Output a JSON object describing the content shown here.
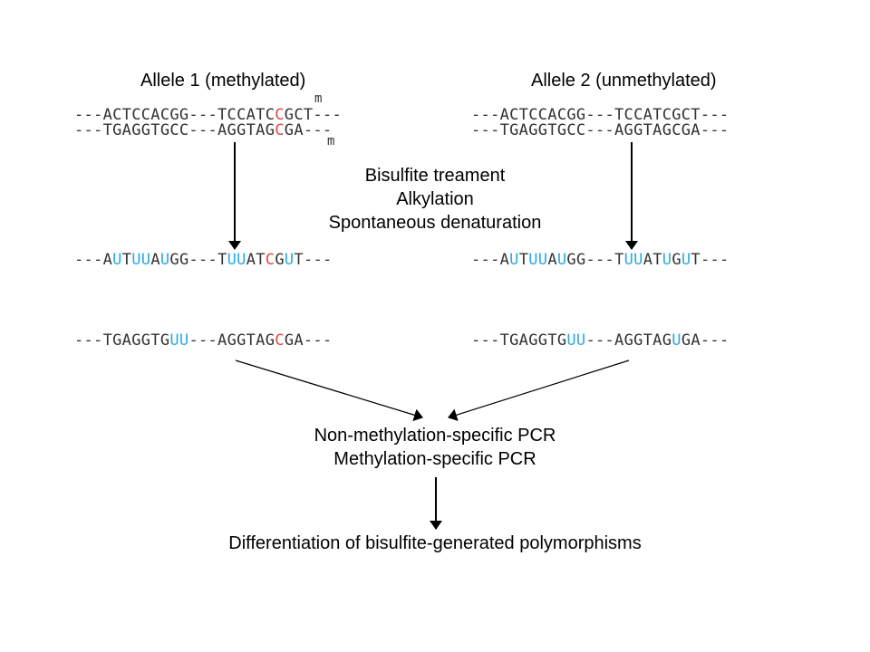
{
  "colors": {
    "uracil": "#29aae1",
    "methyl_c": "#e0474c",
    "text": "#333333"
  },
  "allele1": {
    "title": "Allele 1 (methylated)",
    "methyl_mark": "m",
    "top": [
      [
        "---ACTCCACGG---TCCATC",
        "t"
      ],
      [
        "C",
        "m"
      ],
      [
        "GCT---",
        "t"
      ]
    ],
    "bottom": [
      [
        "---TGAGGTGCC---AGGTAG",
        "t"
      ],
      [
        "C",
        "m"
      ],
      [
        "GA---",
        "t"
      ]
    ],
    "converted_top": [
      [
        "---A",
        "t"
      ],
      [
        "U",
        "u"
      ],
      [
        "T",
        "t"
      ],
      [
        "UU",
        "u"
      ],
      [
        "A",
        "t"
      ],
      [
        "U",
        "u"
      ],
      [
        "GG---T",
        "t"
      ],
      [
        "UU",
        "u"
      ],
      [
        "AT",
        "t"
      ],
      [
        "C",
        "m"
      ],
      [
        "G",
        "t"
      ],
      [
        "U",
        "u"
      ],
      [
        "T---",
        "t"
      ]
    ],
    "converted_bottom": [
      [
        "---TGAGGTG",
        "t"
      ],
      [
        "UU",
        "u"
      ],
      [
        "---AGGTAG",
        "t"
      ],
      [
        "C",
        "m"
      ],
      [
        "GA---",
        "t"
      ]
    ]
  },
  "allele2": {
    "title": "Allele 2 (unmethylated)",
    "top": [
      [
        "---ACTCCACGG---TCCATCGCT---",
        "t"
      ]
    ],
    "bottom": [
      [
        "---TGAGGTGCC---AGGTAGCGA---",
        "t"
      ]
    ],
    "converted_top": [
      [
        "---A",
        "t"
      ],
      [
        "U",
        "u"
      ],
      [
        "T",
        "t"
      ],
      [
        "UU",
        "u"
      ],
      [
        "A",
        "t"
      ],
      [
        "U",
        "u"
      ],
      [
        "GG---T",
        "t"
      ],
      [
        "UU",
        "u"
      ],
      [
        "AT",
        "t"
      ],
      [
        "U",
        "u"
      ],
      [
        "G",
        "t"
      ],
      [
        "U",
        "u"
      ],
      [
        "T---",
        "t"
      ]
    ],
    "converted_bottom": [
      [
        "---TGAGGTG",
        "t"
      ],
      [
        "UU",
        "u"
      ],
      [
        "---AGGTAG",
        "t"
      ],
      [
        "U",
        "u"
      ],
      [
        "GA---",
        "t"
      ]
    ]
  },
  "steps": {
    "treatment": [
      "Bisulfite treament",
      "Alkylation",
      "Spontaneous denaturation"
    ],
    "pcr": [
      "Non-methylation-specific PCR",
      "Methylation-specific PCR"
    ],
    "result": "Differentiation of bisulfite-generated polymorphisms"
  }
}
